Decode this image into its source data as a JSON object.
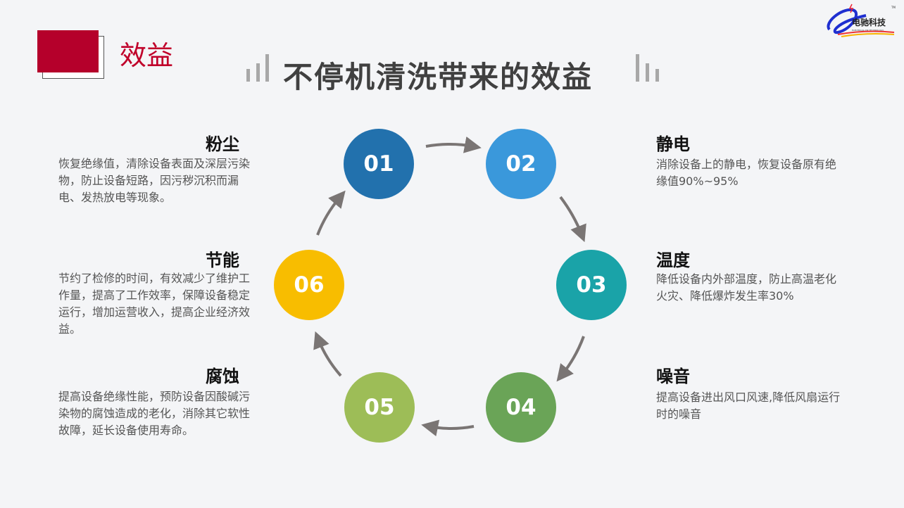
{
  "section_title": "效益",
  "title": "不停机清洗带来的效益",
  "logo": {
    "name": "电驰科技",
    "subtitle": "ELECTRICAL DR TECHNOLOGY",
    "tm": "TM"
  },
  "cycle": [
    {
      "num": "01",
      "color": "#2271ad",
      "heading": "粉尘",
      "text": "恢复绝缘值，清除设备表面及深层污染物，防止设备短路，因污秽沉积而漏电、发热放电等现象。"
    },
    {
      "num": "02",
      "color": "#3a98db",
      "heading": "静电",
      "text": "消除设备上的静电，恢复设备原有绝缘值90%~95%"
    },
    {
      "num": "03",
      "color": "#1aa3a8",
      "heading": "温度",
      "text": "降低设备内外部温度，防止高温老化火灾、降低爆炸发生率30%"
    },
    {
      "num": "04",
      "color": "#6aa457",
      "heading": "噪音",
      "text": "提高设备进出风口风速,降低风扇运行时的噪音"
    },
    {
      "num": "05",
      "color": "#9dbd57",
      "heading": "腐蚀",
      "text": "提高设备绝缘性能，预防设备因酸碱污染物的腐蚀造成的老化，消除其它软性故障，延长设备使用寿命。"
    },
    {
      "num": "06",
      "color": "#f8bd00",
      "heading": "节能",
      "text": "节约了检修的时间，有效减少了维护工作量，提高了工作效率，保障设备稳定运行，增加运营收入，提高企业经济效益。"
    }
  ],
  "arrow_color": "#7a7574"
}
